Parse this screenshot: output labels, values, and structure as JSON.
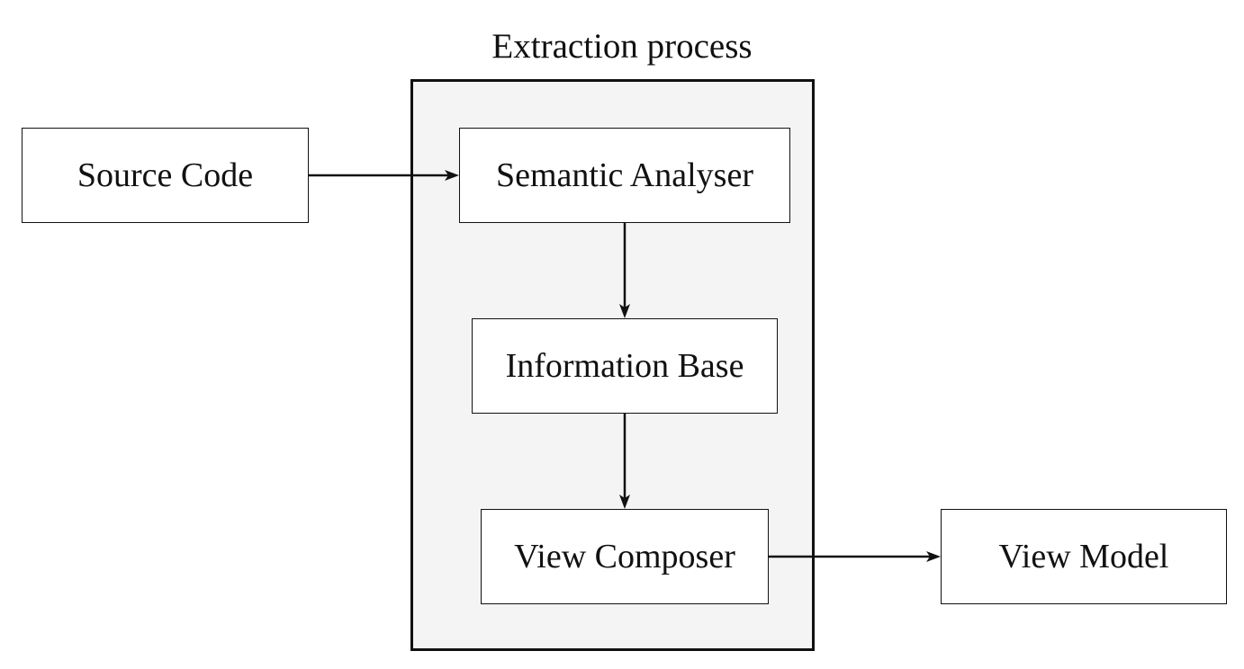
{
  "diagram": {
    "container": {
      "title": "Extraction process",
      "fill": "#f4f4f4",
      "stroke": "#111111"
    },
    "nodes": {
      "source_code": "Source Code",
      "semantic_analyser": "Semantic Analyser",
      "information_base": "Information Base",
      "view_composer": "View Composer",
      "view_model": "View Model"
    },
    "edges": [
      {
        "from": "Source Code",
        "to": "Semantic Analyser"
      },
      {
        "from": "Semantic Analyser",
        "to": "Information Base"
      },
      {
        "from": "Information Base",
        "to": "View Composer"
      },
      {
        "from": "View Composer",
        "to": "View Model"
      }
    ]
  }
}
